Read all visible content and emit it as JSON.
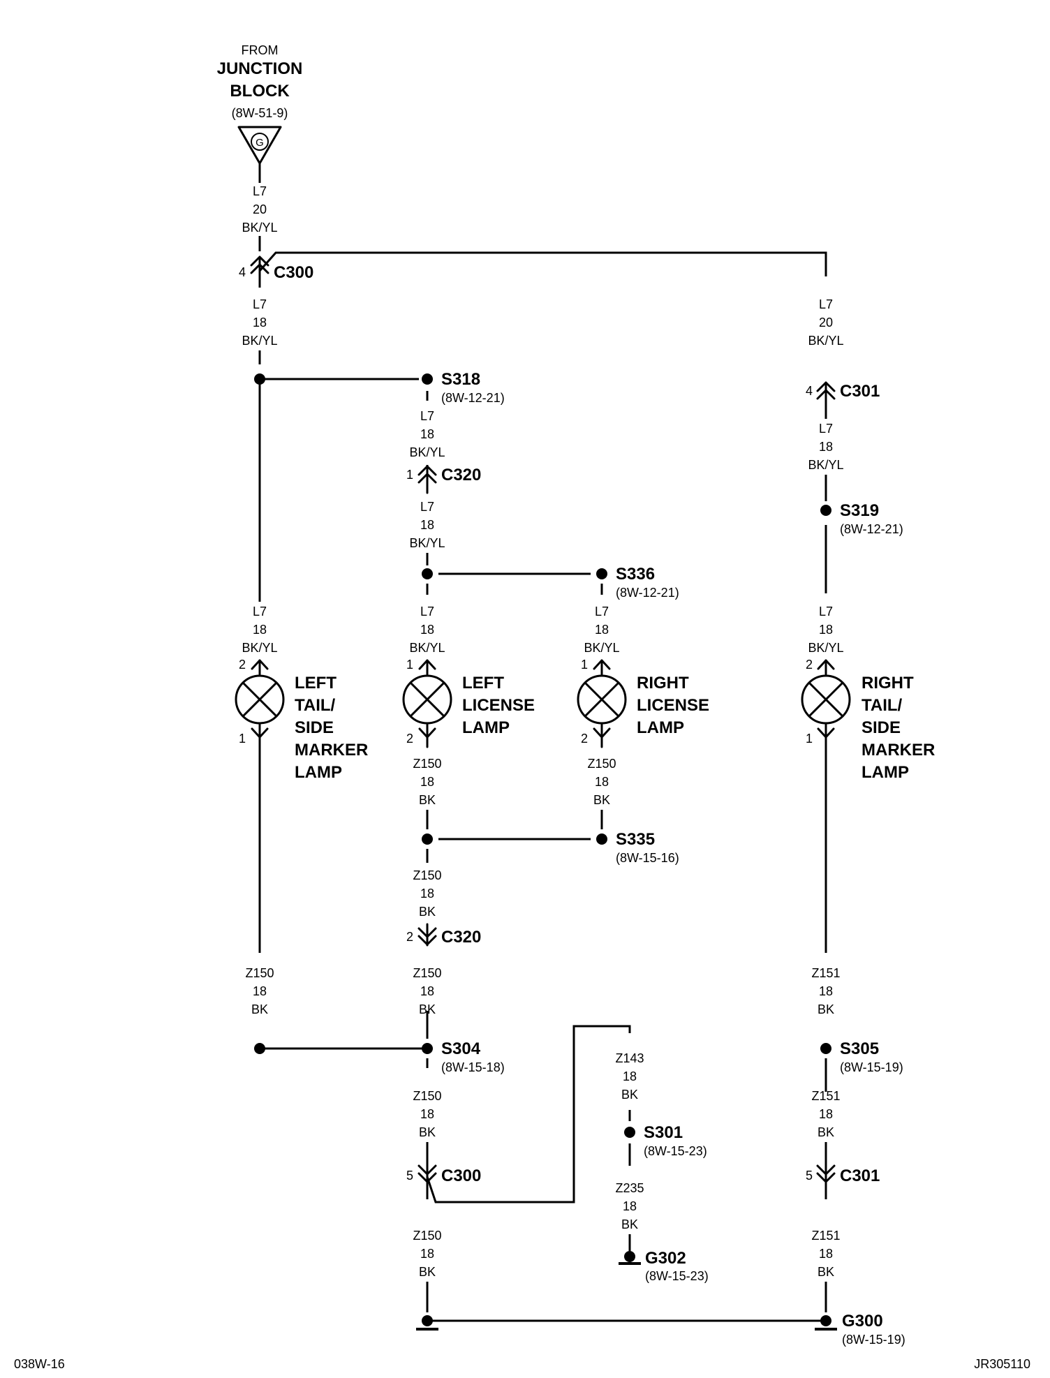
{
  "source": {
    "from": "FROM",
    "name_l1": "JUNCTION",
    "name_l2": "BLOCK",
    "ref": "(8W-51-9)",
    "terminal": "G"
  },
  "wires": {
    "l7_20_bkyl": [
      "L7",
      "20",
      "BK/YL"
    ],
    "l7_18_bkyl": [
      "L7",
      "18",
      "BK/YL"
    ],
    "z150_18_bk": [
      "Z150",
      "18",
      "BK"
    ],
    "z151_18_bk": [
      "Z151",
      "18",
      "BK"
    ],
    "z143_18_bk": [
      "Z143",
      "18",
      "BK"
    ],
    "z235_18_bk": [
      "Z235",
      "18",
      "BK"
    ]
  },
  "connectors": {
    "c300": "C300",
    "c301": "C301",
    "c320": "C320",
    "pin_1": "1",
    "pin_2": "2",
    "pin_4": "4",
    "pin_5": "5"
  },
  "splices": {
    "s318": {
      "id": "S318",
      "ref": "(8W-12-21)"
    },
    "s319": {
      "id": "S319",
      "ref": "(8W-12-21)"
    },
    "s336": {
      "id": "S336",
      "ref": "(8W-12-21)"
    },
    "s335": {
      "id": "S335",
      "ref": "(8W-15-16)"
    },
    "s304": {
      "id": "S304",
      "ref": "(8W-15-18)"
    },
    "s305": {
      "id": "S305",
      "ref": "(8W-15-19)"
    },
    "s301": {
      "id": "S301",
      "ref": "(8W-15-23)"
    }
  },
  "grounds": {
    "g302": {
      "id": "G302",
      "ref": "(8W-15-23)"
    },
    "g300": {
      "id": "G300",
      "ref": "(8W-15-19)"
    }
  },
  "lamps": {
    "left_tail": [
      "LEFT",
      "TAIL/",
      "SIDE",
      "MARKER",
      "LAMP"
    ],
    "left_license": [
      "LEFT",
      "LICENSE",
      "LAMP"
    ],
    "right_license": [
      "RIGHT",
      "LICENSE",
      "LAMP"
    ],
    "right_tail": [
      "RIGHT",
      "TAIL/",
      "SIDE",
      "MARKER",
      "LAMP"
    ]
  },
  "footer": {
    "left": "038W-16",
    "right": "JR305110"
  }
}
